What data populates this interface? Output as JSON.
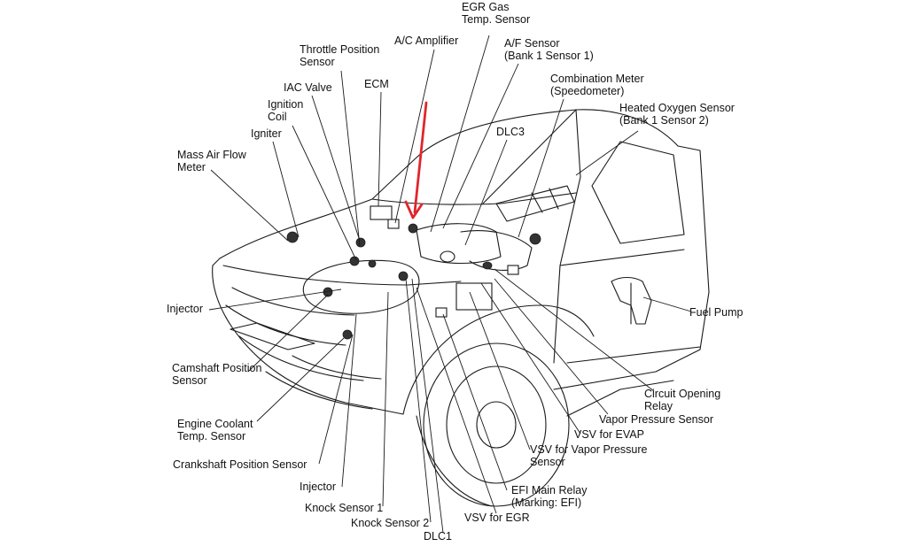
{
  "colors": {
    "line": "#1a1a1a",
    "arrow": "#e0262b",
    "background": "#ffffff"
  },
  "labels": {
    "egr_gas_temp_sensor": "EGR Gas\nTemp. Sensor",
    "af_sensor": "A/F Sensor\n(Bank 1 Sensor 1)",
    "combination_meter": "Combination Meter\n(Speedometer)",
    "heated_oxygen_sensor": "Heated Oxygen Sensor\n(Bank 1 Sensor 2)",
    "ac_amplifier": "A/C Amplifier",
    "throttle_position_sensor": "Throttle Position\nSensor",
    "ecm": "ECM",
    "iac_valve": "IAC Valve",
    "ignition_coil": "Ignition\nCoil",
    "igniter": "Igniter",
    "mass_air_flow_meter": "Mass Air Flow\nMeter",
    "dlc3": "DLC3",
    "injector_left": "Injector",
    "fuel_pump": "Fuel Pump",
    "camshaft_position_sensor": "Camshaft Position\nSensor",
    "circuit_opening_relay": "Circuit Opening\nRelay",
    "vapor_pressure_sensor": "Vapor Pressure Sensor",
    "engine_coolant_temp_sensor": "Engine Coolant\nTemp. Sensor",
    "vsv_for_evap": "VSV for EVAP",
    "vsv_for_vapor_pressure_sensor": "VSV for Vapor Pressure\nSensor",
    "crankshaft_position_sensor": "Crankshaft Position Sensor",
    "injector_bottom": "Injector",
    "efi_main_relay": "EFI Main Relay\n(Marking: EFI)",
    "knock_sensor_1": "Knock Sensor 1",
    "vsv_for_egr": "VSV for EGR",
    "knock_sensor_2": "Knock Sensor 2",
    "dlc1": "DLC1"
  }
}
